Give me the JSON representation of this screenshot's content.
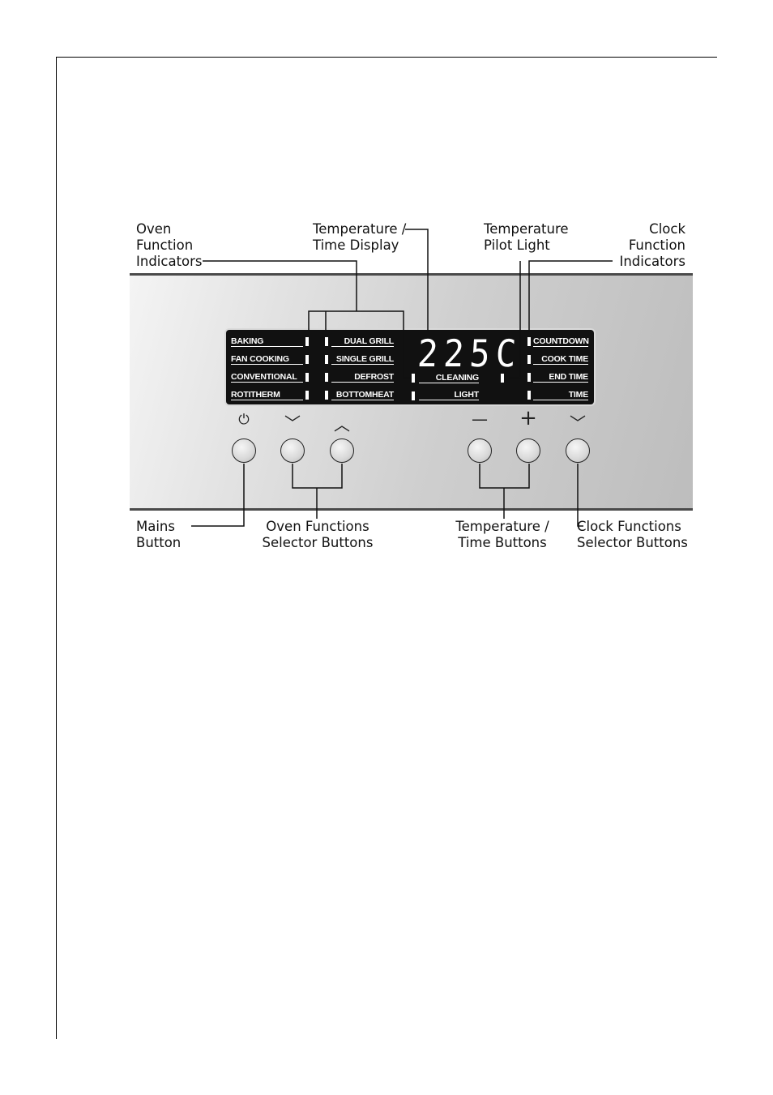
{
  "labels": {
    "oven_function_indicators": "Oven\nFunction\nIndicators",
    "temp_time_display": "Temperature /\nTime Display",
    "temp_pilot_light": "Temperature\nPilot Light",
    "clock_function_indicators": "Clock\nFunction\nIndicators",
    "mains_button": "Mains\nButton",
    "oven_functions_selector": "Oven Functions\nSelector Buttons",
    "temp_time_buttons": "Temperature /\nTime Buttons",
    "clock_functions_selector": "Clock Functions\nSelector Buttons"
  },
  "display": {
    "left_column": [
      "BAKING",
      "FAN COOKING",
      "CONVENTIONAL",
      "ROTITHERM"
    ],
    "mid_column": [
      "DUAL GRILL",
      "SINGLE GRILL",
      "DEFROST",
      "BOTTOMHEAT"
    ],
    "center_column": [
      "CLEANING",
      "LIGHT"
    ],
    "right_column": [
      "COUNTDOWN",
      "COOK TIME",
      "END TIME",
      "TIME"
    ],
    "readout": "225C"
  },
  "buttons": {
    "mains_symbol": "⏻",
    "oven_down_symbol": "﹀",
    "oven_up_symbol": "︿",
    "minus_symbol": "—",
    "plus_symbol": "+",
    "clock_symbol": "﹀"
  }
}
